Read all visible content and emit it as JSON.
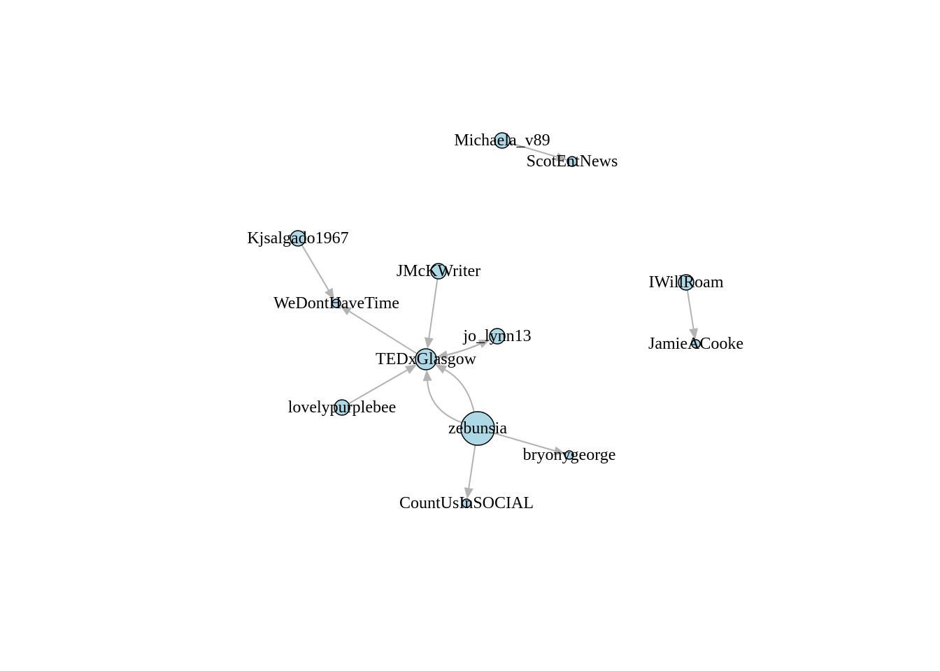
{
  "graph": {
    "nodes": [
      {
        "id": "Michaela_v89",
        "label": "Michaela_v89"
      },
      {
        "id": "ScotEntNews",
        "label": "ScotEntNews"
      },
      {
        "id": "Kjsalgado1967",
        "label": "Kjsalgado1967"
      },
      {
        "id": "JMcKWriter",
        "label": "JMcKWriter"
      },
      {
        "id": "WeDontHaveTime",
        "label": "WeDontHaveTime"
      },
      {
        "id": "jo_lynn13",
        "label": "jo_lynn13"
      },
      {
        "id": "TEDxGlasgow",
        "label": "TEDxGlasgow"
      },
      {
        "id": "lovelypurplebee",
        "label": "lovelypurplebee"
      },
      {
        "id": "zebunsia",
        "label": "zebunsia"
      },
      {
        "id": "bryonygeorge",
        "label": "bryonygeorge"
      },
      {
        "id": "CountUsInSOCIAL",
        "label": "CountUsInSOCIAL"
      },
      {
        "id": "IWillRoam",
        "label": "IWillRoam"
      },
      {
        "id": "JamieACooke",
        "label": "JamieACooke"
      }
    ],
    "edges": [
      {
        "from": "Michaela_v89",
        "to": "ScotEntNews"
      },
      {
        "from": "Kjsalgado1967",
        "to": "WeDontHaveTime"
      },
      {
        "from": "JMcKWriter",
        "to": "TEDxGlasgow"
      },
      {
        "from": "TEDxGlasgow",
        "to": "WeDontHaveTime"
      },
      {
        "from": "jo_lynn13",
        "to": "TEDxGlasgow"
      },
      {
        "from": "TEDxGlasgow",
        "to": "jo_lynn13"
      },
      {
        "from": "lovelypurplebee",
        "to": "TEDxGlasgow"
      },
      {
        "from": "zebunsia",
        "to": "TEDxGlasgow"
      },
      {
        "from": "zebunsia",
        "to": "TEDxGlasgow"
      },
      {
        "from": "zebunsia",
        "to": "bryonygeorge"
      },
      {
        "from": "zebunsia",
        "to": "CountUsInSOCIAL"
      },
      {
        "from": "IWillRoam",
        "to": "JamieACooke"
      }
    ],
    "colors": {
      "node_fill": "#add8e6",
      "node_stroke": "#000000",
      "edge": "#b3b3b3"
    }
  }
}
